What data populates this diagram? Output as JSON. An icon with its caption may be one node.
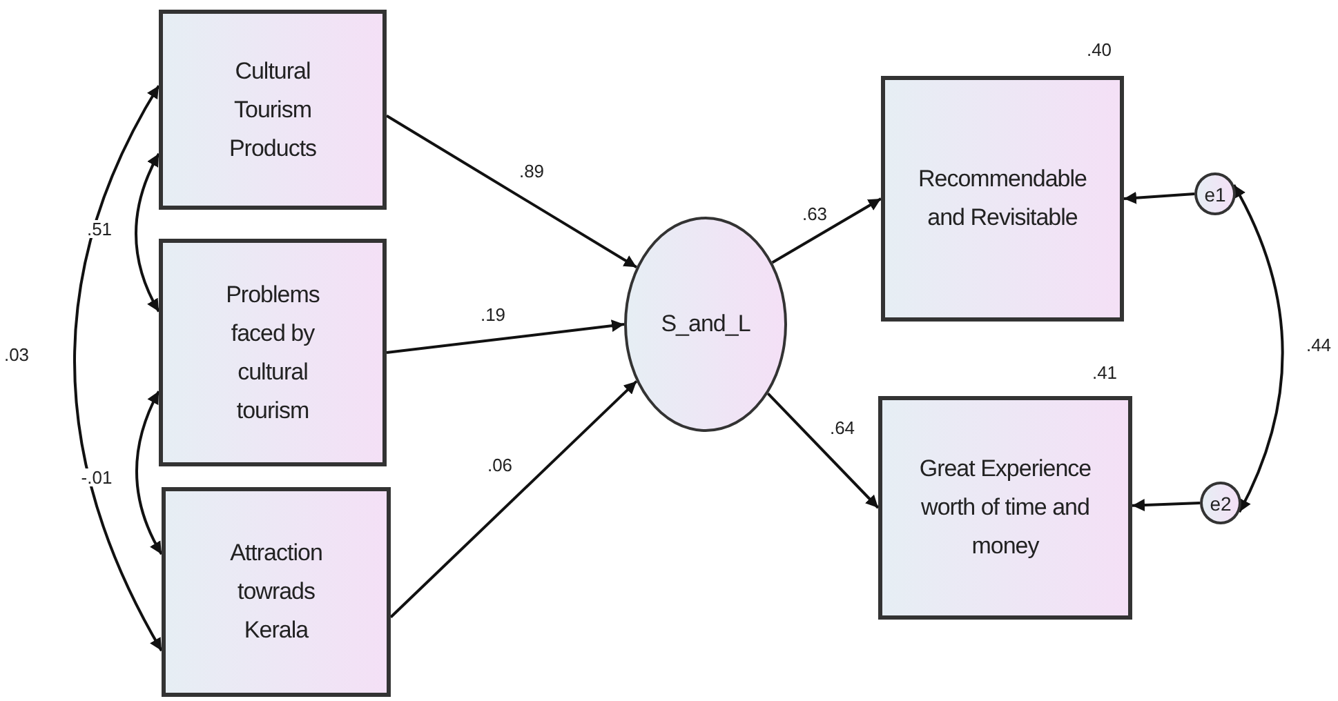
{
  "diagram": {
    "nodes": [
      {
        "text": [
          "Cultural Tourism Products"
        ]
      },
      {
        "text": [
          "Problems faced by cultural tourism"
        ]
      },
      {
        "text": [
          "Attraction towrads Kerala"
        ]
      },
      {
        "text": [
          "S_and_L"
        ]
      },
      {
        "text": [
          "Recommendable and Revisitable"
        ],
        "beside": [
          ".40"
        ]
      },
      {
        "text": [
          "Great Experience worth of time and money"
        ],
        "beside": [
          ".41"
        ]
      },
      {
        "text": [
          "e1"
        ]
      },
      {
        "text": [
          "e2"
        ]
      }
    ],
    "edges": [
      {
        "from": 0,
        "to": 3,
        "arrow": "to",
        "label": ".89"
      },
      {
        "from": 1,
        "to": 3,
        "arrow": "to",
        "label": ".19"
      },
      {
        "from": 2,
        "to": 3,
        "arrow": "to",
        "label": ".06"
      },
      {
        "from": 3,
        "to": 4,
        "arrow": "to",
        "label": ".63"
      },
      {
        "from": 3,
        "to": 5,
        "arrow": "to",
        "label": ".64"
      },
      {
        "from": 6,
        "to": 4,
        "arrow": "to"
      },
      {
        "from": 7,
        "to": 5,
        "arrow": "to"
      },
      {
        "from": 0,
        "to": 1,
        "arrow": "both",
        "label": ".51"
      },
      {
        "from": 1,
        "to": 2,
        "arrow": "both",
        "label": "-.01"
      },
      {
        "from": 0,
        "to": 2,
        "arrow": "both",
        "label": ".03"
      },
      {
        "from": 6,
        "to": 7,
        "arrow": "both",
        "label": ".44"
      }
    ]
  }
}
